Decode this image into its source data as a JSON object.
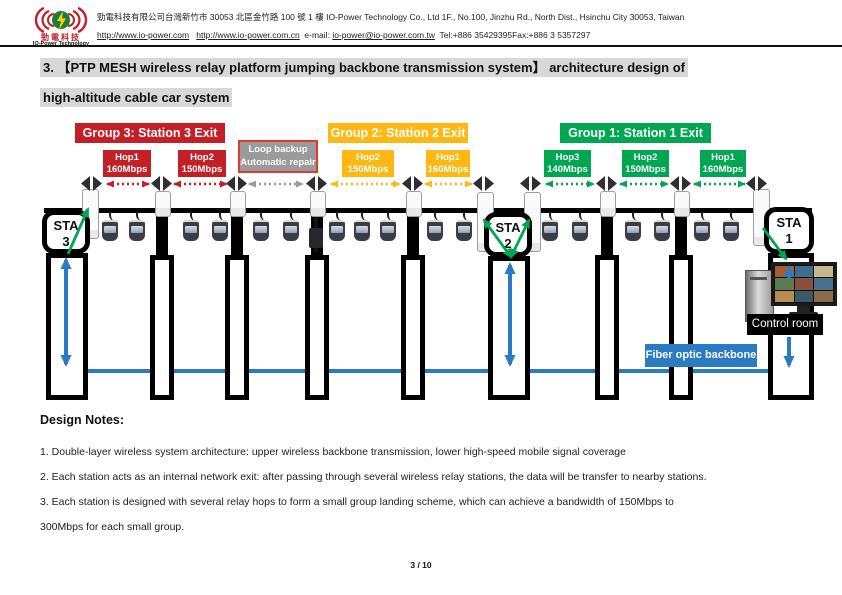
{
  "header": {
    "brand_cn": "勁電科技",
    "brand_en": "IO-Power Technology",
    "line1": "勁電科技有限公司台灣新竹市 30053 北區金竹路 100 號 1 樓 IO-Power Technology Co., Ltd 1F., No.100, Jinzhu Rd., North Dist., Hsinchu City 30053, Taiwan",
    "line2": {
      "url1": "http://www.io-power.com",
      "url2": "http://www.io-power.com.cn",
      "email_label": "e-mail:",
      "email": "io-power@io-power.com.tw",
      "contact": "Tel:+886 35429395Fax:+886 3 5357297"
    }
  },
  "title": {
    "line1": "3.  【PTP MESH wireless relay platform jumping backbone transmission system】 architecture design of",
    "line2": "high-altitude cable car system"
  },
  "colors": {
    "group3_red": "#C22026",
    "group2_yellow": "#FDB813",
    "group1_green": "#00A651",
    "fiber_blue": "#2B7BC4",
    "loop_gray": "#9B9B9B"
  },
  "diagram": {
    "groups": [
      {
        "label": "Group 3: Station 3 Exit",
        "color": "#C22026"
      },
      {
        "label": "Group 2: Station 2 Exit",
        "color": "#FDB813"
      },
      {
        "label": "Group 1: Station 1 Exit",
        "color": "#00A651"
      }
    ],
    "hops": [
      {
        "group": "Group 3",
        "name": "Hop1",
        "rate": "160Mbps"
      },
      {
        "group": "Group 3",
        "name": "Hop2",
        "rate": "150Mbps"
      },
      {
        "group": "Group 2",
        "name": "Hop2",
        "rate": "150Mbps"
      },
      {
        "group": "Group 2",
        "name": "Hop1",
        "rate": "160Mbps"
      },
      {
        "group": "Group 1",
        "name": "Hop3",
        "rate": "140Mbps"
      },
      {
        "group": "Group 1",
        "name": "Hop2",
        "rate": "150Mbps"
      },
      {
        "group": "Group 1",
        "name": "Hop1",
        "rate": "160Mbps"
      }
    ],
    "loop_backup": {
      "line1": "Loop backup",
      "line2": "Automatic repair"
    },
    "stations": [
      {
        "label": "STA",
        "number": "3"
      },
      {
        "label": "STA",
        "number": "2"
      },
      {
        "label": "STA",
        "number": "1"
      }
    ],
    "control_room_label": "Control room",
    "fiber_label": "Fiber optic backbone"
  },
  "notes": {
    "heading": "Design Notes:",
    "item1": "1. Double-layer wireless system architecture: upper wireless backbone transmission, lower high-speed mobile signal coverage",
    "item2": "2. Each station acts as an internal network exit: after passing through several wireless relay stations, the data will be transfer to nearby stations.",
    "item3a": "3. Each station is designed with several relay hops to form a small group landing scheme, which can achieve a bandwidth of 150Mbps to",
    "item3b": "300Mbps for each small group."
  },
  "page_number": "3 / 10"
}
